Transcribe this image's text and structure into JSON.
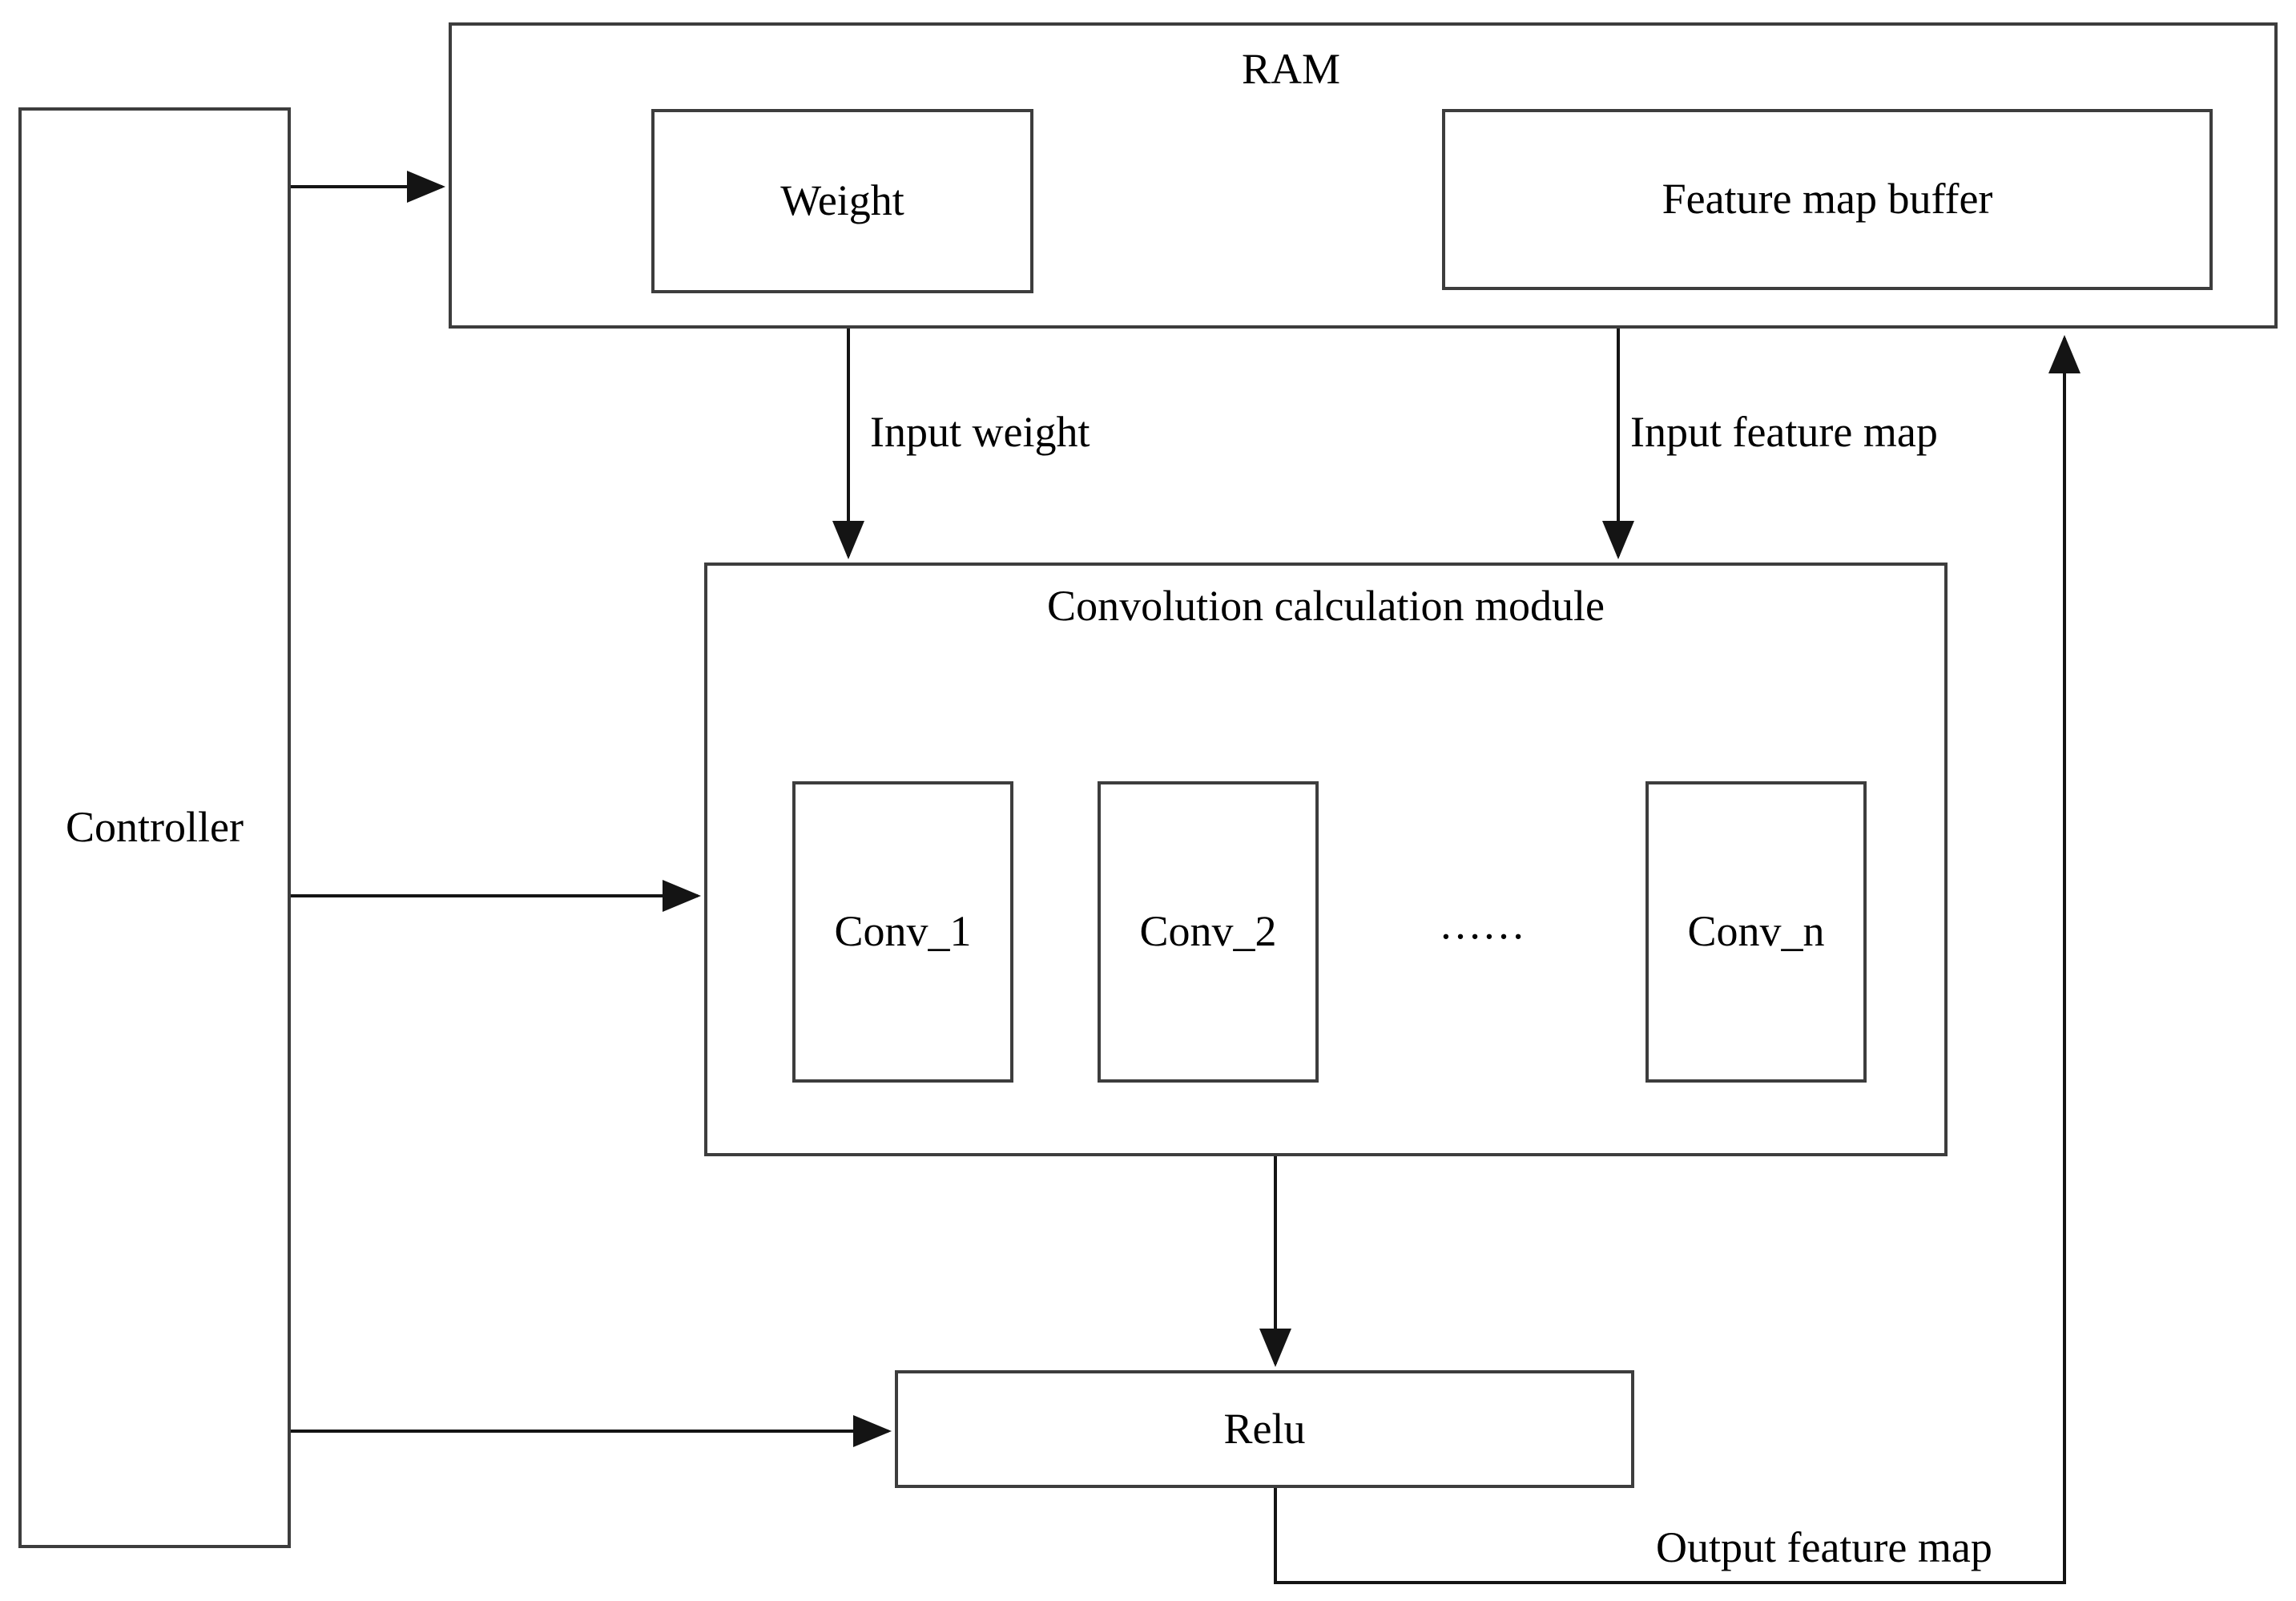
{
  "diagram": {
    "controller": {
      "label": "Controller"
    },
    "ram": {
      "title": "RAM",
      "weight_label": "Weight",
      "feature_map_buffer_label": "Feature map buffer"
    },
    "conv_module": {
      "title": "Convolution calculation module",
      "units": [
        "Conv_1",
        "Conv_2",
        "……",
        "Conv_n"
      ]
    },
    "relu": {
      "label": "Relu"
    },
    "edges": {
      "input_weight": "Input weight",
      "input_feature_map": "Input feature map",
      "output_feature_map": "Output feature map"
    },
    "colors": {
      "line": "#141414",
      "box_border": "#3d3d3d",
      "background": "#ffffff",
      "text": "#000000"
    }
  }
}
